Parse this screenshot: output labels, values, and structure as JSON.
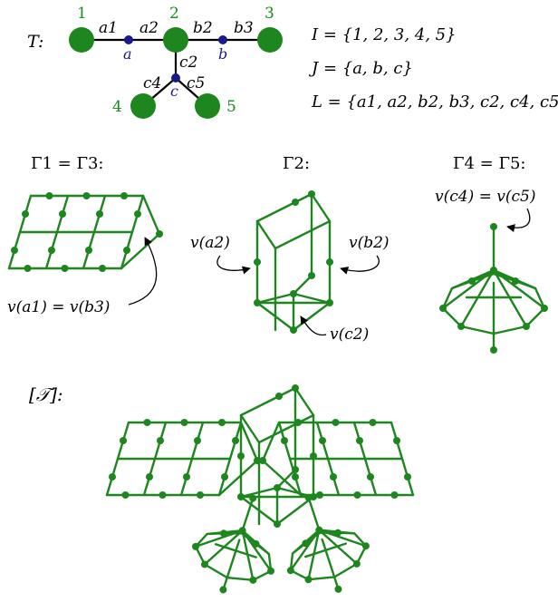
{
  "tree": {
    "name": "T:",
    "vertex_labels": [
      "1",
      "2",
      "3",
      "4",
      "5"
    ],
    "junction_labels": [
      "a",
      "b",
      "c"
    ],
    "edge_labels": [
      "a1",
      "a2",
      "b2",
      "b3",
      "c2",
      "c4",
      "c5"
    ]
  },
  "sets": {
    "I": "I = {1, 2, 3, 4, 5}",
    "J": "J = {a, b, c}",
    "L": "L = {a1, a2, b2, b3, c2, c4, c5}"
  },
  "gamma": {
    "g13_title": "Γ1 = Γ3:",
    "g2_title": "Γ2:",
    "g45_title": "Γ4 = Γ5:",
    "g13_annotation": "v(a1) = v(b3)",
    "g2_annotation_left": "v(a2)",
    "g2_annotation_right": "v(b2)",
    "g2_annotation_bottom": "v(c2)",
    "g45_annotation": "v(c4) = v(c5)"
  },
  "combined": {
    "title": "[𝒯]:"
  },
  "colors": {
    "green": "#1e861e",
    "blue": "#1a1a8c",
    "text": "#000000"
  }
}
